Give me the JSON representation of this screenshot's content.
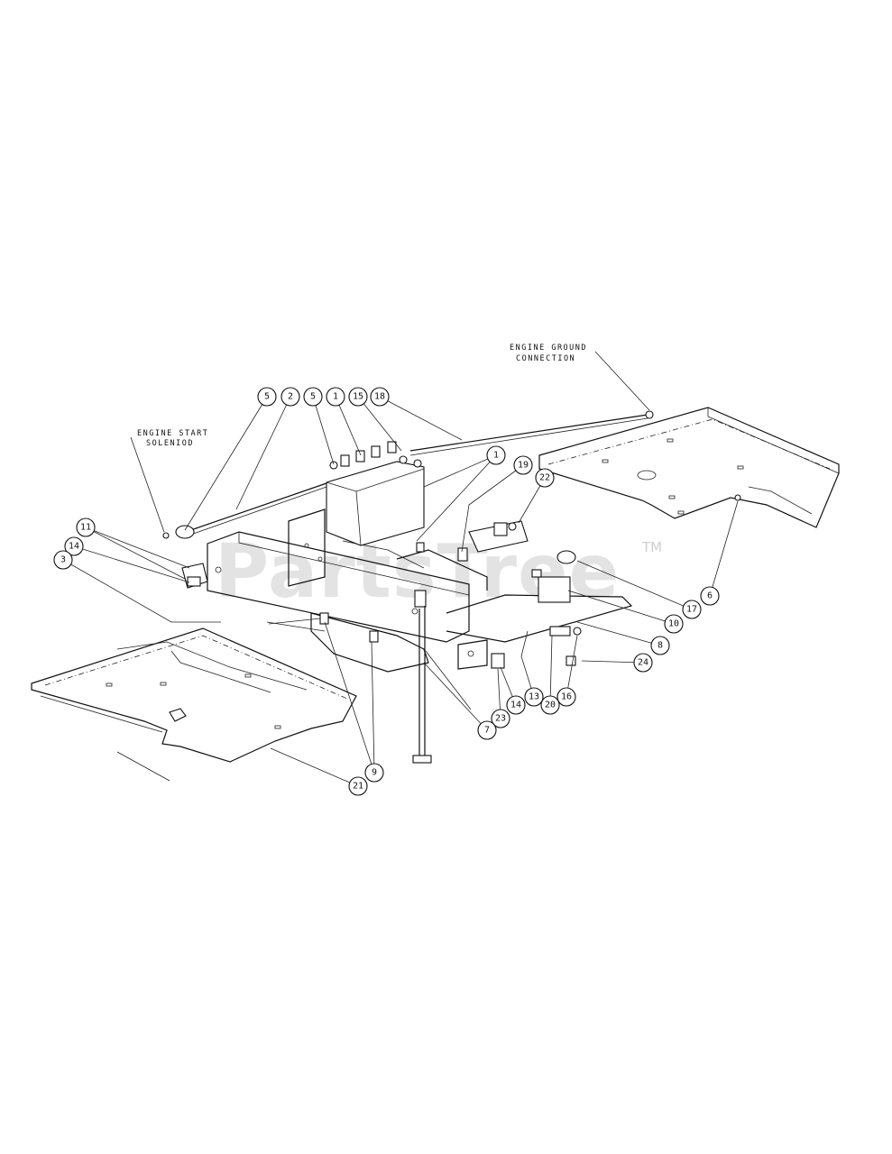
{
  "labels": {
    "engine_ground_line1": "ENGINE GROUND",
    "engine_ground_line2": "CONNECTION",
    "engine_start_line1": "ENGINE START",
    "engine_start_line2": "SOLENIOD"
  },
  "watermark": {
    "text": "PartsTree",
    "tm": "TM"
  },
  "callouts": [
    "5",
    "2",
    "5",
    "1",
    "15",
    "18",
    "19",
    "22",
    "1",
    "11",
    "14",
    "3",
    "17",
    "6",
    "10",
    "8",
    "24",
    "16",
    "20",
    "13",
    "14",
    "23",
    "7",
    "9",
    "21"
  ]
}
